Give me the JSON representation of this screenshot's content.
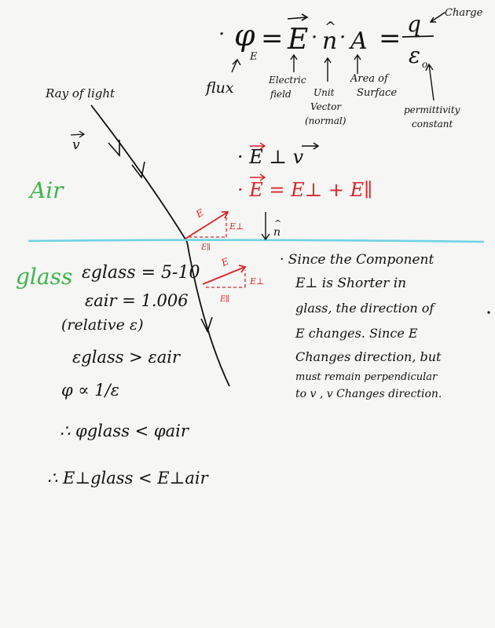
{
  "colors": {
    "ink": "#111111",
    "red": "#d6262b",
    "green": "#3cb54a",
    "interface": "#6fd3e3",
    "paper": "#f6f6f4"
  },
  "formula": {
    "bullet": "·",
    "phi": "φ",
    "phi_sub": "E",
    "eq1": "=",
    "E": "E",
    "dot1": "·",
    "n": "n",
    "dot2": "·",
    "A": "A",
    "eq2": "=",
    "q": "q",
    "eps": "ε",
    "eps_sub": "o"
  },
  "labels": {
    "charge": "Charge",
    "flux": "flux",
    "electric_field_1": "Electric",
    "electric_field_2": "field",
    "unit_vector_1": "Unit",
    "unit_vector_2": "Vector",
    "unit_vector_3": "(normal)",
    "area_1": "Area of",
    "area_2": "Surface",
    "permittivity_1": "permittivity",
    "permittivity_2": "constant"
  },
  "ray": {
    "label": "Ray of light",
    "v": "v"
  },
  "media": {
    "air": "Air",
    "glass": "glass"
  },
  "vector_notes": {
    "perp": "· E ⊥ v",
    "sum": "· E = E⊥ + E∥"
  },
  "diagram": {
    "E_top": "E",
    "Eperp_top": "E⊥",
    "Epar_top": "E∥",
    "n_label": "n",
    "E_bottom": "E",
    "Eperp_bottom": "E⊥",
    "Epar_bottom": "E∥"
  },
  "glass_eq": {
    "eps_glass": "εglass = 5-10",
    "eps_air": "εair = 1.006",
    "relative": "(relative ε)",
    "compare": "εglass > εair",
    "proportional": "φ ∝ 1/ε",
    "therefore1": "∴ φglass < φair",
    "therefore2": "∴ E⊥glass < E⊥air"
  },
  "explanation": {
    "line1": "· Since the Component",
    "line2": "E⊥ is Shorter in",
    "line3": "glass, the direction of",
    "line4": "E changes. Since E",
    "line5": "Changes direction, but",
    "line6": "must remain perpendicular",
    "line7": "to v , v Changes direction."
  }
}
